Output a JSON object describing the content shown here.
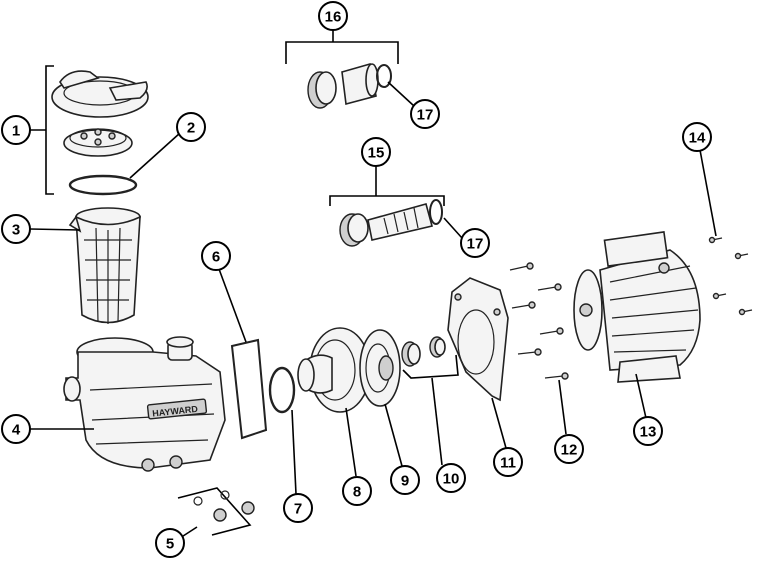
{
  "diagram": {
    "brand_label": "HAYWARD",
    "callouts": [
      {
        "id": "c1",
        "number": "1"
      },
      {
        "id": "c2",
        "number": "2"
      },
      {
        "id": "c3",
        "number": "3"
      },
      {
        "id": "c4",
        "number": "4"
      },
      {
        "id": "c5",
        "number": "5"
      },
      {
        "id": "c6",
        "number": "6"
      },
      {
        "id": "c7",
        "number": "7"
      },
      {
        "id": "c8",
        "number": "8"
      },
      {
        "id": "c9",
        "number": "9"
      },
      {
        "id": "c10",
        "number": "10"
      },
      {
        "id": "c11",
        "number": "11"
      },
      {
        "id": "c12",
        "number": "12"
      },
      {
        "id": "c13",
        "number": "13"
      },
      {
        "id": "c14",
        "number": "14"
      },
      {
        "id": "c15",
        "number": "15"
      },
      {
        "id": "c16",
        "number": "16"
      },
      {
        "id": "c17a",
        "number": "17"
      },
      {
        "id": "c17b",
        "number": "17"
      }
    ]
  }
}
